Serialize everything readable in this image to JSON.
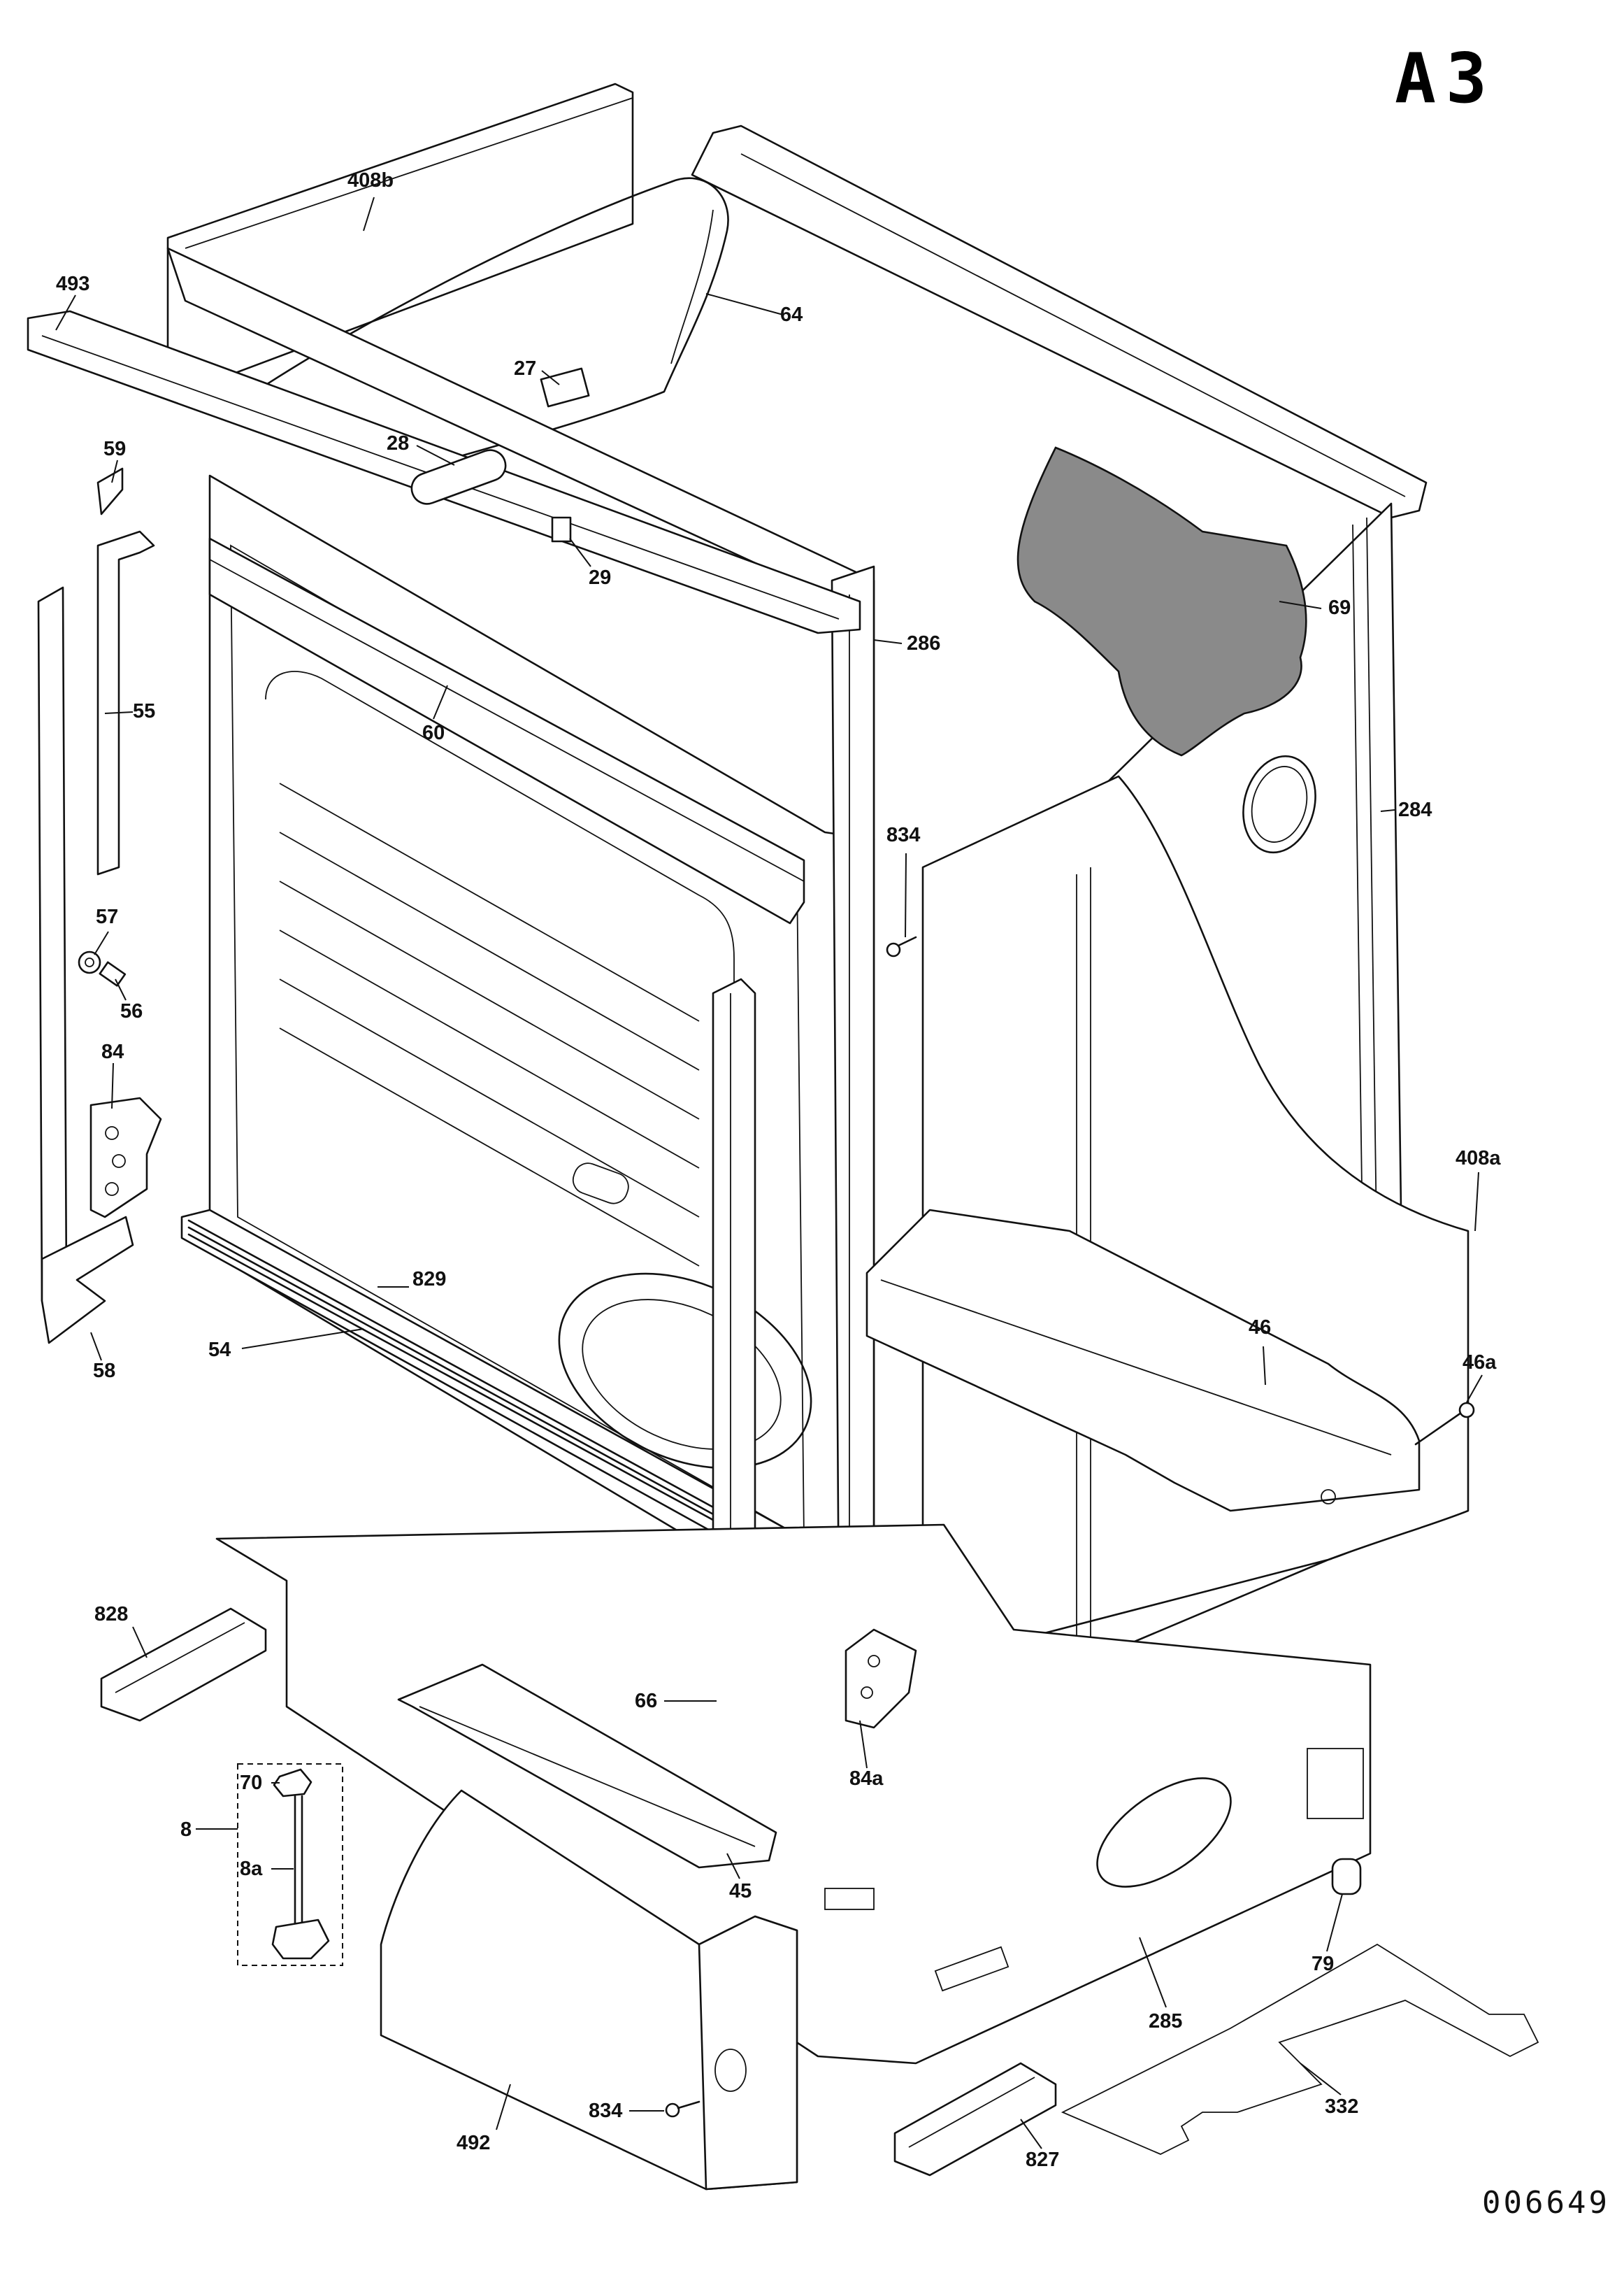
{
  "sheet_code": "A3",
  "drawing_number": "006649",
  "callouts": [
    {
      "id": "408b",
      "text": "408b"
    },
    {
      "id": "493",
      "text": "493"
    },
    {
      "id": "64",
      "text": "64"
    },
    {
      "id": "27",
      "text": "27"
    },
    {
      "id": "28",
      "text": "28"
    },
    {
      "id": "59",
      "text": "59"
    },
    {
      "id": "29",
      "text": "29"
    },
    {
      "id": "69",
      "text": "69"
    },
    {
      "id": "286",
      "text": "286"
    },
    {
      "id": "55",
      "text": "55"
    },
    {
      "id": "60",
      "text": "60"
    },
    {
      "id": "284",
      "text": "284"
    },
    {
      "id": "834-top",
      "text": "834"
    },
    {
      "id": "57",
      "text": "57"
    },
    {
      "id": "56",
      "text": "56"
    },
    {
      "id": "84",
      "text": "84"
    },
    {
      "id": "408a",
      "text": "408a"
    },
    {
      "id": "829",
      "text": "829"
    },
    {
      "id": "46",
      "text": "46"
    },
    {
      "id": "58",
      "text": "58"
    },
    {
      "id": "54",
      "text": "54"
    },
    {
      "id": "46a",
      "text": "46a"
    },
    {
      "id": "828",
      "text": "828"
    },
    {
      "id": "66",
      "text": "66"
    },
    {
      "id": "84a",
      "text": "84a"
    },
    {
      "id": "70",
      "text": "70"
    },
    {
      "id": "8",
      "text": "8"
    },
    {
      "id": "8a",
      "text": "8a"
    },
    {
      "id": "45",
      "text": "45"
    },
    {
      "id": "79",
      "text": "79"
    },
    {
      "id": "285",
      "text": "285"
    },
    {
      "id": "332",
      "text": "332"
    },
    {
      "id": "834-bottom",
      "text": "834"
    },
    {
      "id": "492",
      "text": "492"
    },
    {
      "id": "827",
      "text": "827"
    }
  ]
}
